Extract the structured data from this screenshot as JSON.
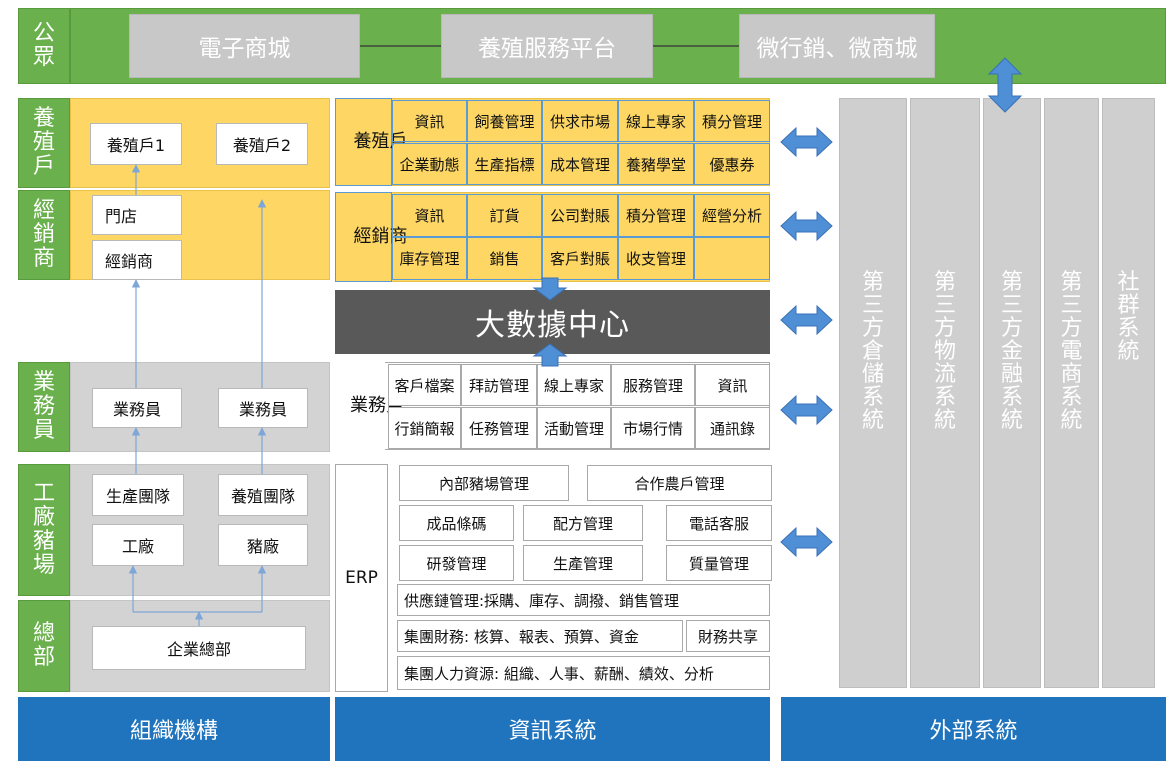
{
  "sections": {
    "public": "公眾",
    "farmer": "養殖戶",
    "dealer": "經銷商",
    "sales": "業務員",
    "factory": "工廠豬場",
    "hq": "總部"
  },
  "public_row": {
    "ecommerce": "電子商城",
    "platform": "養殖服務平台",
    "micro": "微行銷、微商城"
  },
  "org": {
    "farmer1": "養殖戶1",
    "farmer2": "養殖戶2",
    "store": "門店",
    "dealer": "經銷商",
    "sales1": "業務員",
    "sales2": "業務員",
    "production_team": "生產團隊",
    "breeding_team": "養殖團隊",
    "factory": "工廠",
    "pig_farm": "豬廠",
    "headquarters": "企業總部"
  },
  "info": {
    "farmer_label": "養殖戶",
    "farmer_cells": [
      "資訊",
      "飼養管理",
      "供求市場",
      "線上專家",
      "積分管理",
      "企業動態",
      "生產指標",
      "成本管理",
      "養豬學堂",
      "優惠券"
    ],
    "dealer_label": "經銷商",
    "dealer_cells": [
      "資訊",
      "訂貨",
      "公司對賬",
      "積分管理",
      "經營分析",
      "庫存管理",
      "銷售",
      "客戶對賬",
      "收支管理"
    ],
    "big_data": "大數據中心",
    "sales_label": "業務員",
    "sales_cells": [
      "客戶檔案",
      "拜訪管理",
      "線上專家",
      "服務管理",
      "資訊",
      "行銷簡報",
      "任務管理",
      "活動管理",
      "市場行情",
      "通訊錄"
    ],
    "erp_label": "ERP",
    "erp": {
      "internal_farm": "內部豬場管理",
      "coop_farmer": "合作農戶管理",
      "barcode": "成品條碼",
      "formula": "配方管理",
      "phone_service": "電話客服",
      "rnd": "研發管理",
      "production": "生產管理",
      "quality": "質量管理",
      "supply_chain": "供應鏈管理:採購、庫存、調撥、銷售管理",
      "group_finance": "集團財務: 核算、報表、預算、資金",
      "finance_share": "財務共享",
      "hr": "集團人力資源: 組織、人事、薪酬、績效、分析"
    }
  },
  "external": [
    "第三方倉儲系統",
    "第三方物流系統",
    "第三方金融系統",
    "第三方電商系統",
    "社群系統"
  ],
  "footer": {
    "org": "組織機構",
    "info": "資訊系統",
    "external": "外部系統"
  },
  "colors": {
    "green": "#6ab04c",
    "yellow": "#fdd663",
    "gray": "#d3d3d3",
    "blue_bar": "#1f74bd",
    "arrow_blue": "#4f8fd6",
    "dark_center": "#595959"
  }
}
